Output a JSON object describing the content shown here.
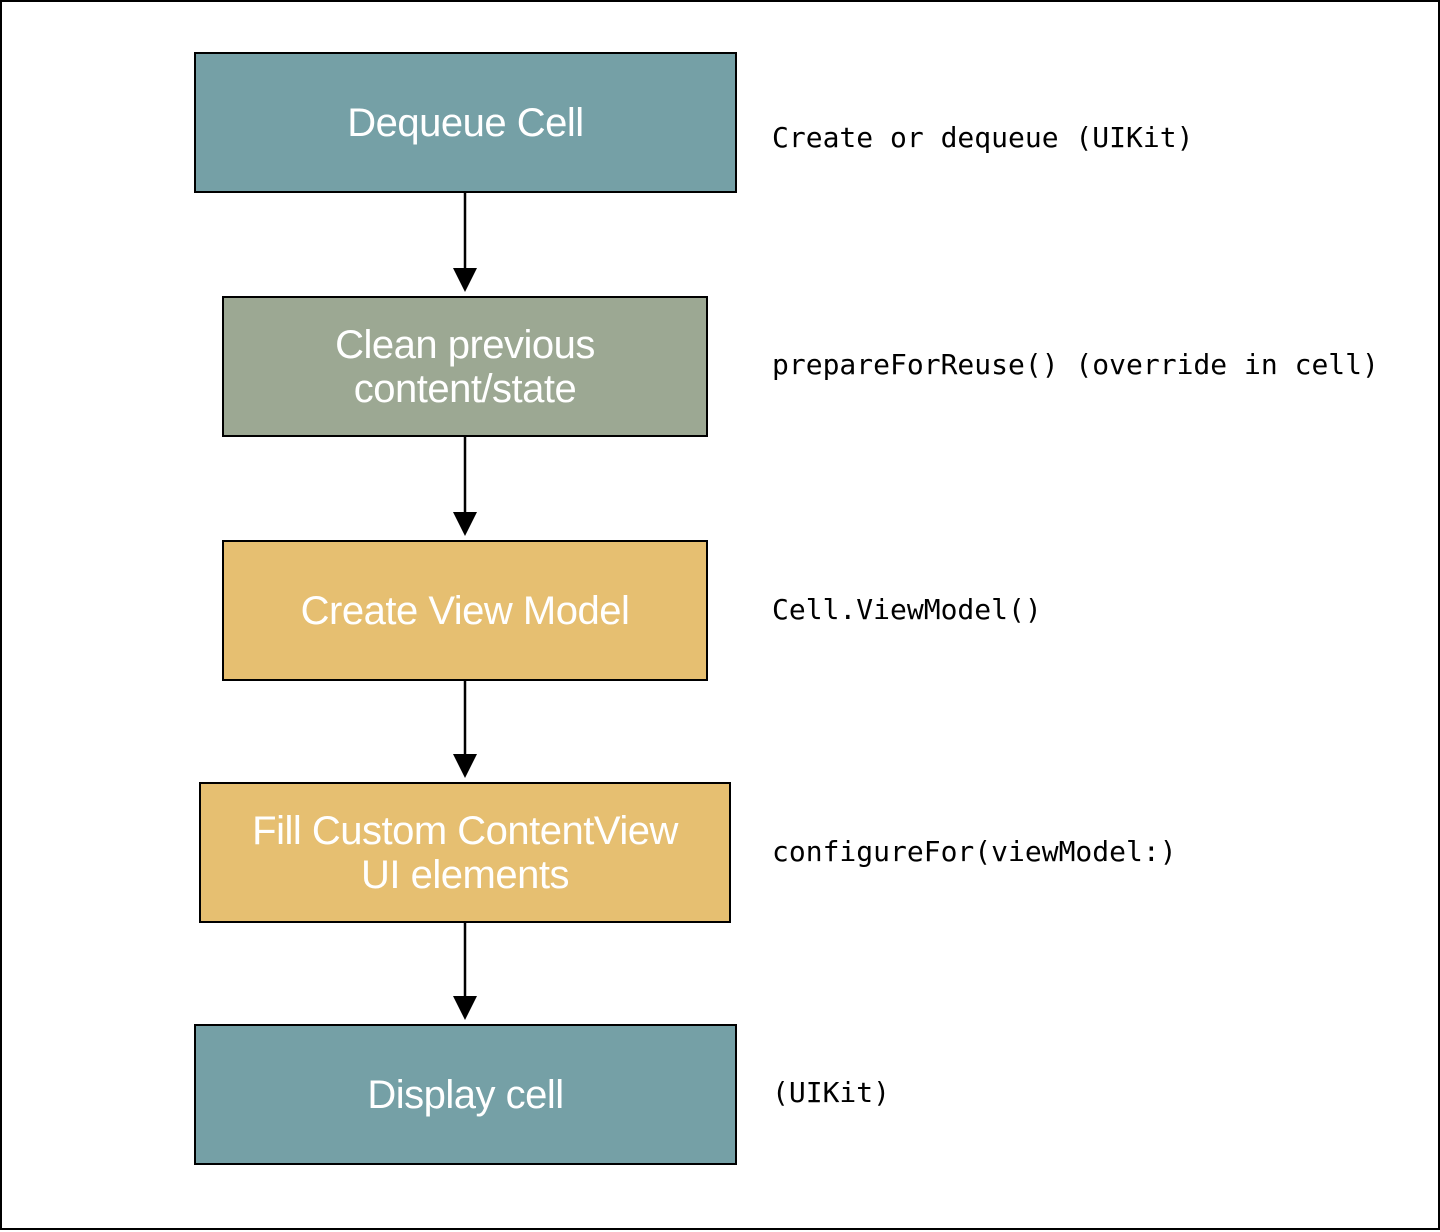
{
  "steps": [
    {
      "label": "Dequeue Cell",
      "note": "Create or dequeue (UIKit)",
      "color": "#75a0a6"
    },
    {
      "label_lines": [
        "Clean previous",
        "content/state"
      ],
      "note": "prepareForReuse() (override in cell)",
      "color": "#9ca893"
    },
    {
      "label": "Create View Model",
      "note": "Cell.ViewModel()",
      "color": "#e6bf71"
    },
    {
      "label_lines": [
        "Fill Custom ContentView",
        "UI elements"
      ],
      "note": "configureFor(viewModel:)",
      "color": "#e6bf71"
    },
    {
      "label": "Display cell",
      "note": "(UIKit)",
      "color": "#75a0a6"
    }
  ]
}
